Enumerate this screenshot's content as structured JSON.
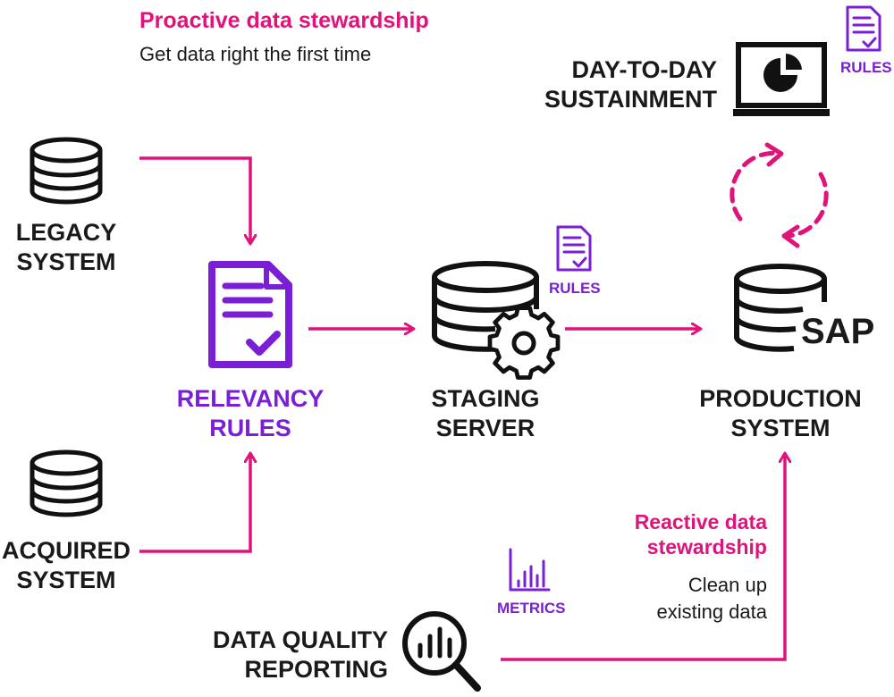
{
  "proactive": {
    "title": "Proactive data stewardship",
    "subtitle": "Get data right the first time"
  },
  "reactive": {
    "title_line1": "Reactive data",
    "title_line2": "stewardship",
    "subtitle_line1": "Clean up",
    "subtitle_line2": "existing data"
  },
  "nodes": {
    "legacy": {
      "line1": "LEGACY",
      "line2": "SYSTEM"
    },
    "acquired": {
      "line1": "ACQUIRED",
      "line2": "SYSTEM"
    },
    "relevancy": {
      "line1": "RELEVANCY",
      "line2": "RULES"
    },
    "staging": {
      "line1": "STAGING",
      "line2": "SERVER"
    },
    "production": {
      "line1": "PRODUCTION",
      "line2": "SYSTEM",
      "badge": "SAP"
    },
    "sustainment": {
      "line1": "DAY-TO-DAY",
      "line2": "SUSTAINMENT"
    },
    "reporting": {
      "line1": "DATA QUALITY",
      "line2": "REPORTING"
    }
  },
  "tags": {
    "rules_top": "RULES",
    "rules_mid": "RULES",
    "metrics": "METRICS"
  },
  "colors": {
    "magenta": "#e0137a",
    "purple": "#7a1fd6",
    "dark": "#1a1a1a"
  },
  "icons": [
    "database-icon",
    "document-check-icon",
    "database-gear-icon",
    "laptop-pie-chart-icon",
    "cycle-arrows-icon",
    "bar-chart-icon",
    "magnifier-chart-icon"
  ]
}
